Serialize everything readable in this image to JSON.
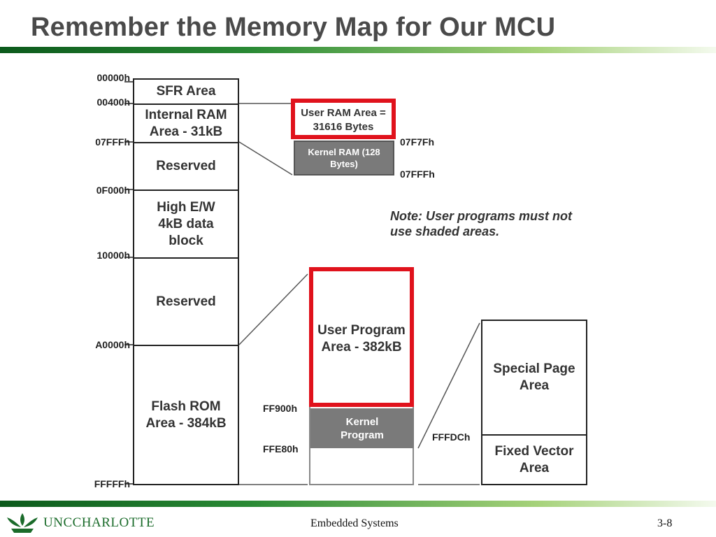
{
  "title": "Remember the Memory Map for Our MCU",
  "map": {
    "addresses": [
      "00000h",
      "00400h",
      "07FFFh",
      "0F000h",
      "10000h",
      "A0000h",
      "FFFFFh"
    ],
    "regions": [
      {
        "label": "SFR Area"
      },
      {
        "label": "Internal RAM Area - 31kB"
      },
      {
        "label": "Reserved"
      },
      {
        "label": "High E/W 4kB data block"
      },
      {
        "label": "Reserved"
      },
      {
        "label": "Flash ROM Area - 384kB"
      }
    ]
  },
  "ram_detail": {
    "user_ram": "User RAM Area = 31616 Bytes",
    "kernel_ram": "Kernel RAM (128 Bytes)",
    "addresses": [
      "07F7Fh",
      "07FFFh"
    ]
  },
  "note": "Note: User programs must not use shaded areas.",
  "flash_detail": {
    "user_program": "User Program Area - 382kB",
    "kernel_program": "Kernel Program",
    "addresses": [
      "FF900h",
      "FFE80h"
    ]
  },
  "vector_detail": {
    "special_page": "Special Page Area",
    "fixed_vector": "Fixed Vector Area",
    "address": "FFFDCh"
  },
  "footer": {
    "logo_text": "UNCCHARLOTTE",
    "center": "Embedded Systems",
    "page": "3-8"
  },
  "colors": {
    "highlight_border": "#e0121c",
    "shaded_fill": "#7a7a7a",
    "brand_green": "#1a6b2a"
  }
}
